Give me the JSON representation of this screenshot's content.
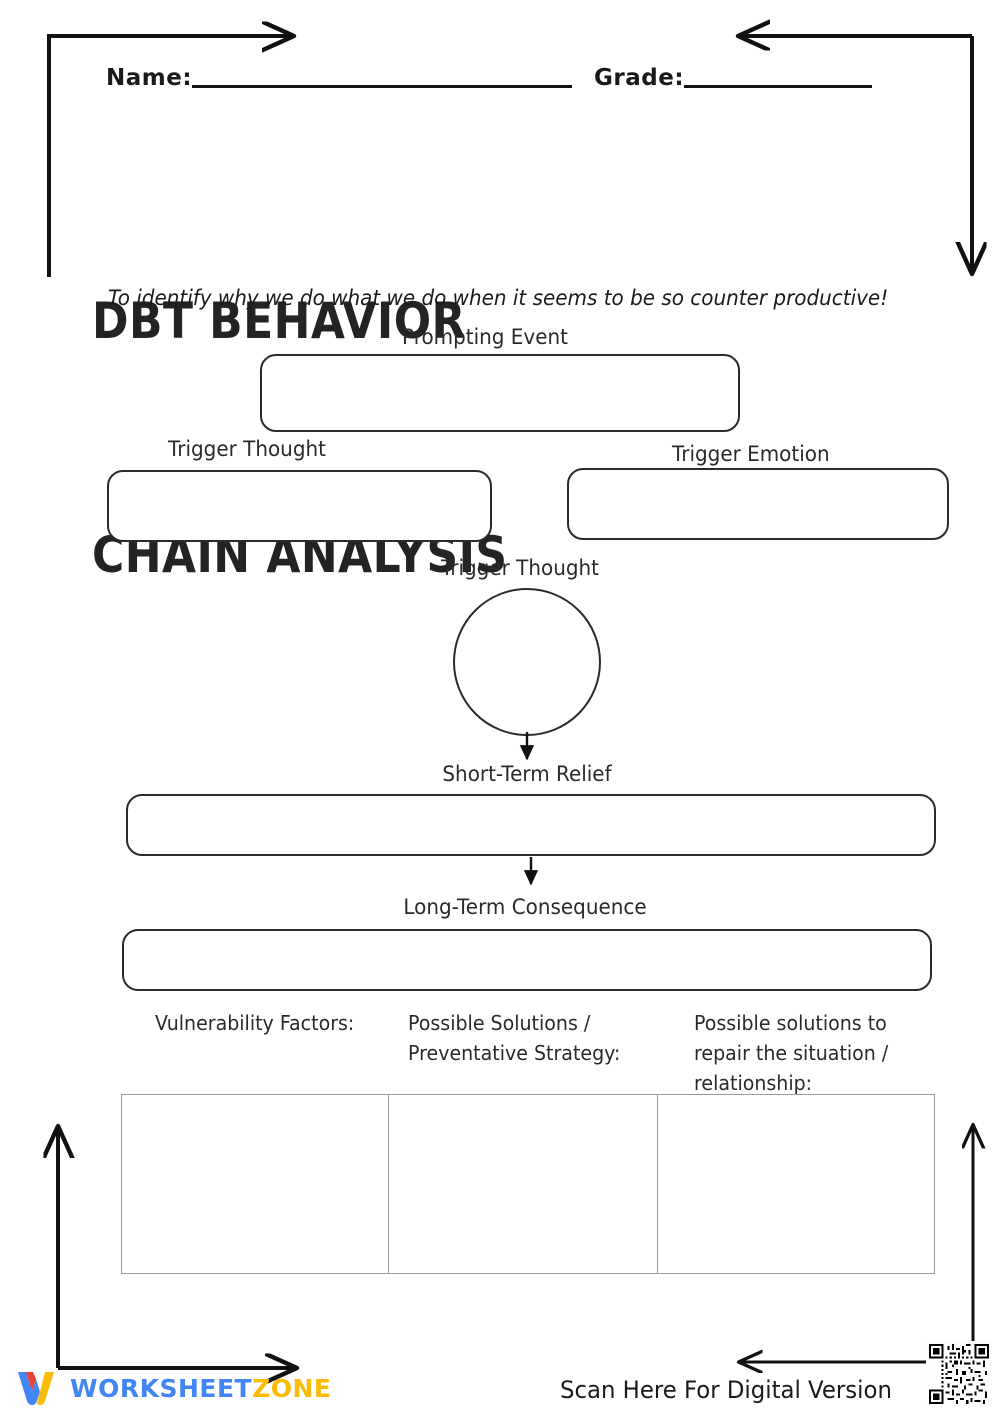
{
  "header": {
    "name_label": "Name:",
    "grade_label": "Grade:",
    "name_value": "",
    "grade_value": ""
  },
  "title": {
    "line1": "DBT BEHAVIOR",
    "line2": "CHAIN ANALYSIS",
    "subtitle": "To identify why we do what we do when it seems to be so counter productive!"
  },
  "diagram": {
    "prompting_event_label": "Prompting Event",
    "trigger_thought_label": "Trigger Thought",
    "trigger_emotion_label": "Trigger Emotion",
    "trigger_thought_circle_label": "Trigger Thought",
    "short_term_relief_label": "Short-Term Relief",
    "long_term_consequence_label": "Long-Term Consequence",
    "prompting_event_value": "",
    "trigger_thought_value": "",
    "trigger_emotion_value": "",
    "trigger_thought_circle_value": "",
    "short_term_relief_value": "",
    "long_term_consequence_value": ""
  },
  "columns": [
    {
      "header": "Vulnerability Factors:",
      "value": ""
    },
    {
      "header": "Possible Solutions /\nPreventative Strategy:",
      "value": ""
    },
    {
      "header": "Possible solutions to\nrepair the situation /\nrelationship:",
      "value": ""
    }
  ],
  "footer": {
    "logo_word1": "WORKSHEET",
    "logo_word2": "ZONE",
    "scan_text": "Scan Here For Digital Version",
    "logo_blue": "#4285f4",
    "logo_red": "#ea4335",
    "logo_yellow": "#fbbc05"
  },
  "icons": {
    "qr": "qr-code-icon",
    "logo_mark": "worksheet-zone-logo-icon"
  }
}
